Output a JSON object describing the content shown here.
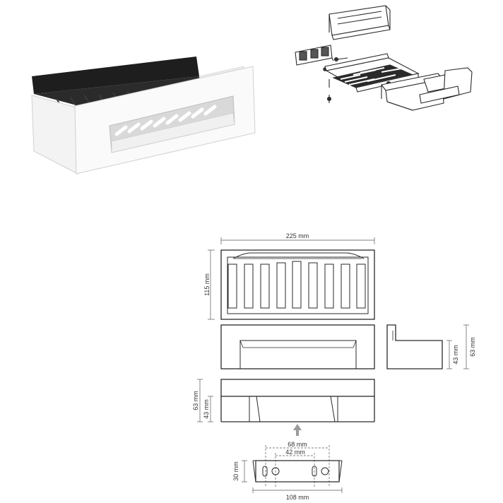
{
  "colors": {
    "line": "#2a2a2a",
    "dimension": "#555555",
    "product_body": "#f7f7f7",
    "product_back": "#1e1e1e",
    "arrow": "#9a9a9a"
  },
  "dimensions": {
    "width": "225 mm",
    "depth": "115 mm",
    "height_total": "63 mm",
    "height_front": "43 mm",
    "side_height_front": "43 mm",
    "side_height_total": "63 mm",
    "bracket_outer": "68 mm",
    "bracket_inner": "42 mm",
    "bracket_height": "30 mm",
    "bracket_width": "108 mm"
  }
}
